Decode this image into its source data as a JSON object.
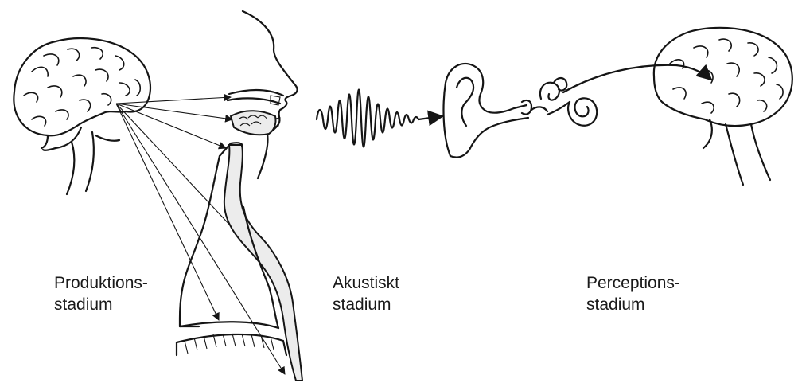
{
  "stages": {
    "production": {
      "line1": "Produktions-",
      "line2": "stadium"
    },
    "acoustic": {
      "line1": "Akustiskt",
      "line2": "stadium"
    },
    "perception": {
      "line1": "Perceptions-",
      "line2": "stadium"
    }
  },
  "icons": [
    "speaker-brain-icon",
    "speaker-head-profile-icon",
    "sound-wave-icon",
    "ear-icon",
    "inner-ear-cochlea-icon",
    "listener-brain-icon"
  ],
  "colors": {
    "ink": "#151515",
    "background": "#ffffff"
  }
}
